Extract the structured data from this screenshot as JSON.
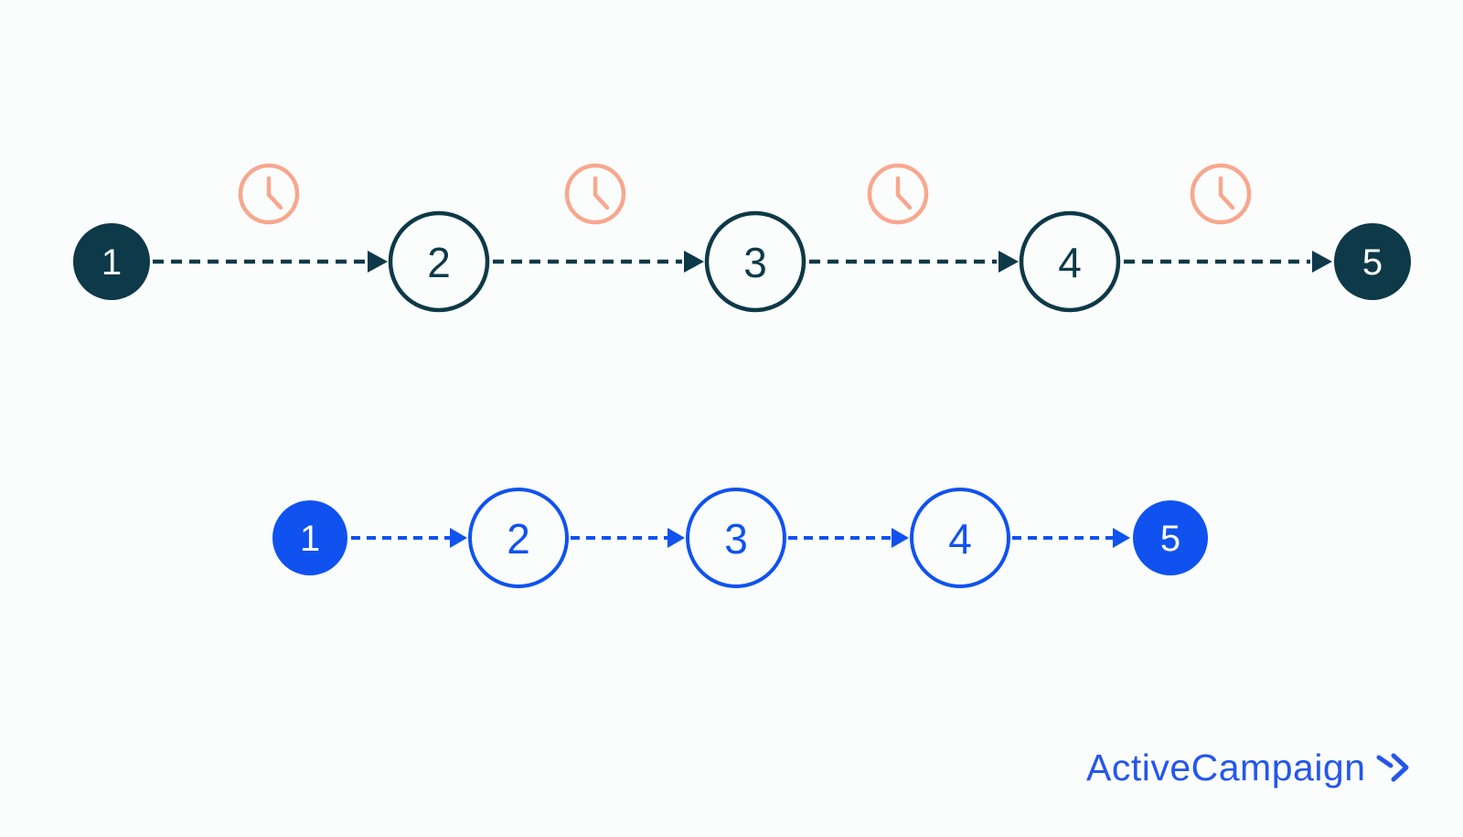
{
  "colors": {
    "background": "#fbfdfc",
    "navy": "#0d3948",
    "salmon": "#f8a78e",
    "blue": "#0f52f0",
    "logo_blue": "#2456ee",
    "white": "#ffffff"
  },
  "top_flow": {
    "name": "workflow-with-wait-delays",
    "nodes": [
      {
        "label": "1",
        "filled": true
      },
      {
        "label": "2",
        "filled": false
      },
      {
        "label": "3",
        "filled": false
      },
      {
        "label": "4",
        "filled": false
      },
      {
        "label": "5",
        "filled": true
      }
    ],
    "delay_icon": "clock-icon",
    "delay_icon_count": 4
  },
  "bottom_flow": {
    "name": "workflow-without-wait-delays",
    "nodes": [
      {
        "label": "1",
        "filled": true
      },
      {
        "label": "2",
        "filled": false
      },
      {
        "label": "3",
        "filled": false
      },
      {
        "label": "4",
        "filled": false
      },
      {
        "label": "5",
        "filled": true
      }
    ]
  },
  "logo": {
    "text": "ActiveCampaign",
    "mark_icon": "double-chevron-right-icon"
  }
}
